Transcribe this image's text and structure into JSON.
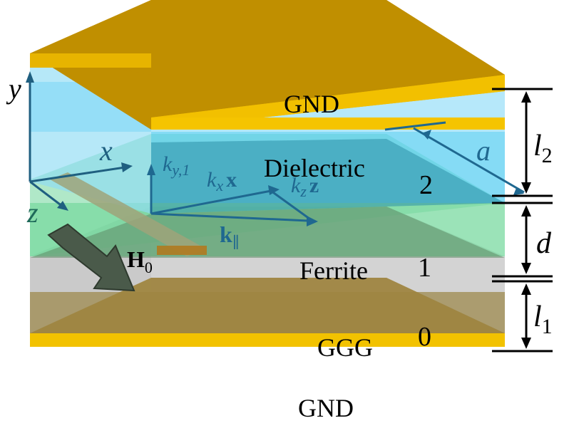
{
  "layers": {
    "top_gnd": {
      "label": "GND",
      "color": "#f2b800"
    },
    "dielectric": {
      "label": "Dielectric",
      "number": "2",
      "color": "#62d0f2"
    },
    "ferrite": {
      "label": "Ferrite",
      "number": "1",
      "color": "#74dc9c"
    },
    "ggg": {
      "label": "GGG",
      "number": "0",
      "color": "#c7c7c7"
    },
    "bottom_gnd": {
      "label": "GND",
      "color": "#f2b800"
    }
  },
  "axes": {
    "x": "x",
    "y": "y",
    "z": "z"
  },
  "dimensions": {
    "a": "a",
    "l2_base": "l",
    "l2_sub": "2",
    "d": "d",
    "l1_base": "l",
    "l1_sub": "1"
  },
  "vectors": {
    "ky1_base": "k",
    "ky1_sub": "y,1",
    "kx_base": "k",
    "kx_sub": "x",
    "kx_unit": "x",
    "kz_base": "k",
    "kz_sub": "z",
    "kz_unit": "z",
    "kpar_base": "k",
    "kpar_sub": "∥",
    "h0_base": "H",
    "h0_sub": "0"
  },
  "colors": {
    "vector": "#1f6890",
    "arrow_field": "#4a5a4a",
    "dim_line": "#000000"
  }
}
